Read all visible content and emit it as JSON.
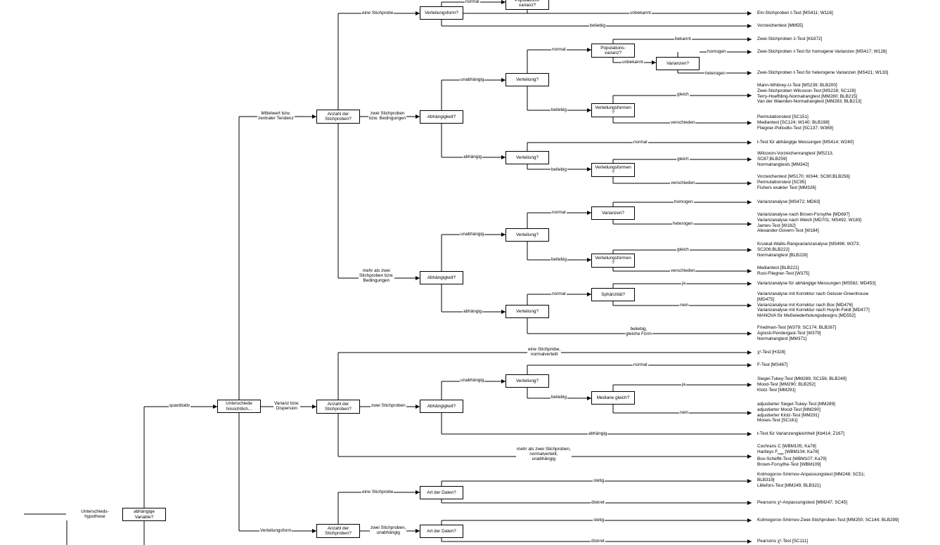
{
  "nodes": {
    "n_unterschied": "Unterschieds-\nhypothese",
    "n_abh_var": "abhängige\nVariable?",
    "n_unters_hins": "Unterschiede\nhinsichtlich...",
    "n_anzahl1": "Anzahl der\nStichproben?",
    "n_anzahl2": "Anzahl der\nStichproben?",
    "n_anzahl3": "Anzahl der\nStichproben?",
    "n_verteilungsform": "Verteilungsform?",
    "n_pop1": "Populations-\nvarianz?",
    "n_abh1": "Abhängigkeit?",
    "n_abh2": "Abhängigkeit?",
    "n_abh3": "Abhängigkeit?",
    "n_vert1": "Verteilung?",
    "n_vert2": "Verteilung?",
    "n_vert3": "Verteilung?",
    "n_vert4": "Verteilung?",
    "n_vert5": "Verteilung?",
    "n_pop2": "Populations-\nvarianz?",
    "n_var1": "Varianzen?",
    "n_var2": "Varianzen?",
    "n_vf1": "Verteilungsformen\n?",
    "n_vf2": "Verteilungsformen\n?",
    "n_vf3": "Verteilungsformen\n?",
    "n_sph": "Sphärizität?",
    "n_med": "Mediane gleich?",
    "n_art1": "Art der Daten?",
    "n_art2": "Art der Daten?"
  },
  "edges": {
    "e_quantitativ": "quantitativ",
    "e_mittelwert": "Mittelwert bzw.\nzentraler Tendenz",
    "e_varianz": "Varianz bzw.\nDispersion",
    "e_verteilungsform": "Verteilungsform",
    "e_eine1": "eine Stichprobe",
    "e_zwei1": "zwei Stichproben\nbzw. Bedingungen",
    "e_mehr1": "mehr als zwei\nStichproben bzw.\nBedingungen",
    "e_normal_top": "normal",
    "e_unbekannt_top": "unbekannt",
    "e_beliebig_top": "beliebig",
    "e_unabh1": "unabhängig",
    "e_abh1": "abhängig",
    "e_normal1": "normal",
    "e_bekannt": "bekannt",
    "e_unbekannt1": "unbekannt",
    "e_homogen1": "homogen",
    "e_heterogen1": "heterogen",
    "e_beliebig1": "beliebig",
    "e_gleich1": "gleich",
    "e_verschieden1": "verschieden",
    "e_normal2": "normal",
    "e_beliebig2": "beliebig",
    "e_gleich2": "gleich",
    "e_verschieden2": "verschieden",
    "e_unabh2": "unabhängig",
    "e_abh2": "abhängig",
    "e_normal3": "normal",
    "e_homogen2": "homogen",
    "e_heterogen2": "heterogen",
    "e_beliebig3": "beliebig",
    "e_gleich3": "gleich",
    "e_verschieden3": "verschieden",
    "e_normal4": "normal",
    "e_ja1": "ja",
    "e_nein1": "nein",
    "e_beliebig_form": "beliebig,\ngleiche Form",
    "e_eine_norm": "eine Stichprobe,\nnormalverteilt",
    "e_zwei2": "zwei Stichproben",
    "e_normal5": "normal",
    "e_unabh3": "unabhängig",
    "e_beliebig4": "beliebig",
    "e_ja2": "ja",
    "e_nein2": "nein",
    "e_abh3": "abhängig",
    "e_mehr2": "mehr als zwei Stichproben,\nnormalverteilt,\nunabhängig",
    "e_eine3": "eine Stichprobe",
    "e_stetig1": "stetig",
    "e_diskret1": "diskret",
    "e_zwei3": "zwei Stichproben,\nunabhängig",
    "e_stetig2": "stetig",
    "e_diskret2": "diskret"
  },
  "leaves": {
    "l01": "Ein-Stichproben t-Test [MS411; W116]",
    "l02": "Vorzeichentest [MM55]",
    "l03": "Zwei-Stichproben z-Test [Kb372]",
    "l04": "Zwei-Stichproben t-Test für homogene Varianzen [MS417; W126]",
    "l05": "Zwei-Stichproben t-Test für heterogene Varianzen [MS421; W133]",
    "l06": "Mann-Whitney-U-Test [MS239; BLB200]\nZwei-Stichproben Wilcoxon-Test [MS228; SC128]\nTerry-Hoeffding-Normalrangtest [MM280; BLB215]\nVan der Waerden-Normalrangtest [MM283; BLB213]",
    "l07": "Permutationstest [SC151]\nMediantest [SC124; W140; BLB198]\nFliegner-Policello-Test [SC137; W369]",
    "l08": "t-Test für abhängige Messungen [MS414; W240]",
    "l09": "Wilcoxon-Vorzeichenrangtest [MS213;\nSC87;BLB259]\nNormalrangtests [MM342]",
    "l10": "Vorzeichentest [MS170; W344; SC80;BLB256]\nPermutationstest [SC95]\nFishers exakter Test  [MM326]",
    "l11": "Varianzanalyse [MS472; MD63]",
    "l12": "Varianzanalyse nach Brown-Forsythe [MD697]\nVarianzanalyse nach Welch [MD701; MS492; W183]\nJames-Test [W182]\nAlexander-Govern-Test [W184]",
    "l13": "Kruskal-Wallis-Rangvarianzanalyse [MS496; W373;\nSC206;BLB222]\nNormalrangtest [BLB228]",
    "l14": "Mediantest [BLB221]\nRust-Fliegner-Test [W375]",
    "l15": "Varianzanalyse für abhängige Messungen [MS562; MD453]",
    "l16": "Varianzanalyse mit Korrektur nach Geisser-Greenhouse\n[MD475]\nVarianzanalyse mit Korrektur nach Box [MD476]\nVarianzanalyse mit Korrektur nach Huynh-Feldt [MD477]\nMANOVA für Meßwiederholungsdesigns [MD552]",
    "l17": "Friedman-Test [W379; SC174; BLB267]\nAgresti-Pendergast-Test [W379]\nNormalrangtest [MM371]",
    "l18": "χ²-Test [H328]",
    "l19": "F-Test [MS467]",
    "l20": "Siegel-Tukey-Test [MM289; SC156; BLB249]\nMood-Test [MM290; BLB252]\nKlotz-Test [MM291]",
    "l21": "adjustierter Siegel-Tukey-Test [MM289]\nadjustierter Mood-Test [MM290]\nadjustierter Klotz-Test [MM291]\nMoses-Test [SC161]",
    "l22": "t-Test für Varianzengleichheit [Kb414; Z167]",
    "l23": "Cochrans C [WBM105; Ka78]\nHartleys F_max [WBM104; Ka78]\nBox-Scheffé-Test [WBM107; Ka79]\nBrown-Forsythe-Test [WBM109]",
    "l24": "Kolmogorov-Smirnov-Anpassungstest [MM248; SC51;\nBLB319]\nLilliefors-Test [MM249; BLB321]",
    "l25": "Pearsons χ²-Anpassungstest [MM247; SC45]",
    "l26": "Kolmogorov-Smirnov-Zwei-Stichproben-Test [MM250; SC144; BLB299]",
    "l27": "Pearsons χ²-Test  [SC111]"
  }
}
